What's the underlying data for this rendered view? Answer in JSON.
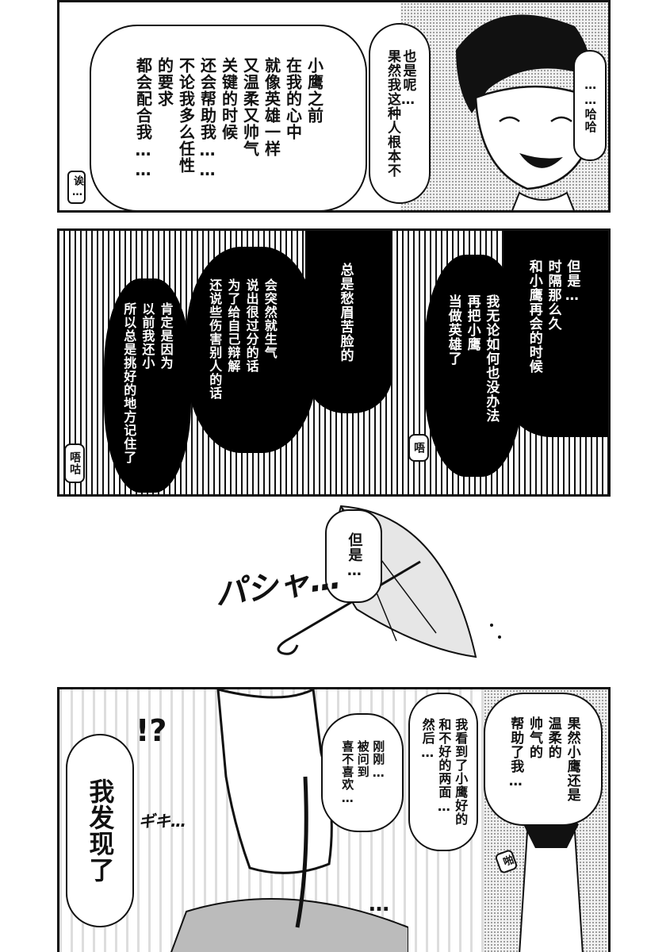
{
  "panel1": {
    "bubble_a": "也是呢…\n果然我这种人根本不",
    "bubble_b": "小鹰之前\n在我的心中\n就像英雄一样\n又温柔又帅气\n关键的时候\n还会帮助我……\n不论我多么任性\n的要求\n都会配合我……",
    "bubble_c": "……哈哈",
    "sfx_left": "诶…"
  },
  "panel2": {
    "box_a": "但是…\n时隔那么久\n和小鹰再会的时候",
    "box_b": "我无论如何也没办法\n再把小鹰\n当做英雄了",
    "box_c": "总是愁眉苦脸的",
    "box_d": "会突然就生气\n说出很过分的话\n为了给自己辩解\n还说些伤害别人的话",
    "box_e": "肯定是因为\n以前我还小\n所以总是挑好的地方记住了",
    "sfx_left": "唔咕",
    "sfx_right": "唔"
  },
  "panel3": {
    "bubble": "但是…",
    "sfx": "パシャ…"
  },
  "panel4": {
    "bubble_right": "果然小鹰还是\n温柔的\n帅气的\n帮助了我…",
    "bubble_mid": "我看到了小鹰好的\n和不好的两面…\n然后…",
    "bubble_small": "刚刚…\n被问到\n喜不喜欢…",
    "bubble_left": "我发现了",
    "sfx_exclaim": "!?",
    "sfx_grip": "ギキ…",
    "sfx_dots": "…",
    "sfx_small": "啪"
  }
}
